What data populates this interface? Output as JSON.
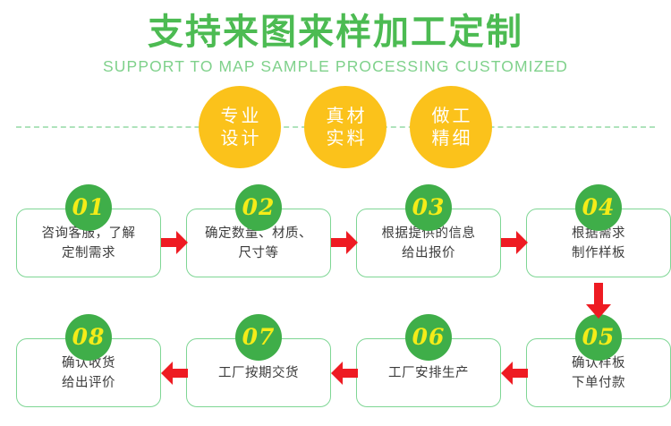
{
  "header": {
    "title_cn": "支持来图来样加工定制",
    "title_en": "SUPPORT TO MAP SAMPLE PROCESSING CUSTOMIZED",
    "title_color": "#4cbb52",
    "subtitle_color": "#7fd18b"
  },
  "features": [
    {
      "line1": "专业",
      "line2": "设计",
      "color": "#fbc21b"
    },
    {
      "line1": "真材",
      "line2": "实料",
      "color": "#fbc21b"
    },
    {
      "line1": "做工",
      "line2": "精细",
      "color": "#fbc21b"
    }
  ],
  "steps": [
    {
      "number": "01",
      "line1": "咨询客服，了解",
      "line2": "定制需求"
    },
    {
      "number": "02",
      "line1": "确定数量、材质、",
      "line2": "尺寸等"
    },
    {
      "number": "03",
      "line1": "根据提供的信息",
      "line2": "给出报价"
    },
    {
      "number": "04",
      "line1": "根据需求",
      "line2": "制作样板"
    },
    {
      "number": "05",
      "line1": "确认样板",
      "line2": "下单付款"
    },
    {
      "number": "06",
      "line1": "工厂安排生产",
      "line2": ""
    },
    {
      "number": "07",
      "line1": "工厂按期交货",
      "line2": ""
    },
    {
      "number": "08",
      "line1": "确认收货",
      "line2": "给出评价"
    }
  ],
  "colors": {
    "arrow_red": "#ee1b22",
    "badge_green": "#3fae49",
    "badge_number": "#f5ec18",
    "box_border": "#7ed694",
    "dashed_line": "#aee3bb"
  }
}
